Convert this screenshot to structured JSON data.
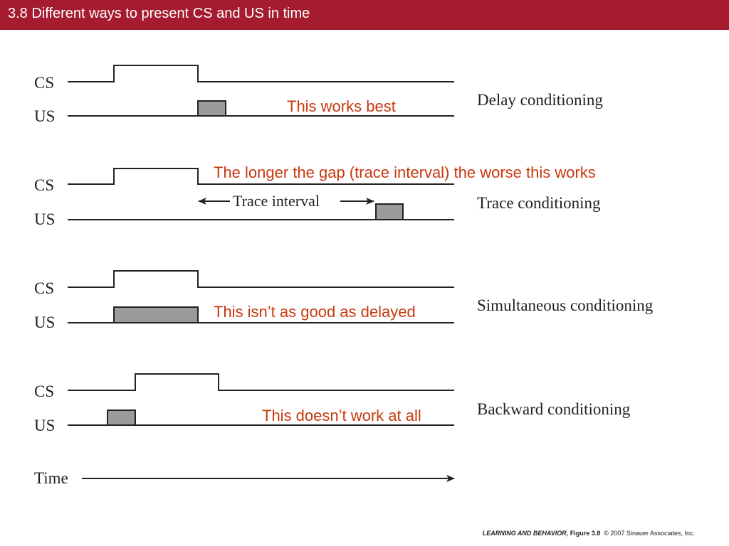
{
  "slide": {
    "title": "3.8  Different ways to present CS and US in time"
  },
  "signals": {
    "cs": "CS",
    "us": "US"
  },
  "rows": [
    {
      "id": "delay",
      "label": "Delay conditioning",
      "note": "This works best"
    },
    {
      "id": "trace",
      "label": "Trace conditioning",
      "note": "The longer the gap (trace interval) the worse this works",
      "interval_label": "Trace interval"
    },
    {
      "id": "simultaneous",
      "label": "Simultaneous conditioning",
      "note": "This isn’t as good as delayed"
    },
    {
      "id": "backward",
      "label": "Backward conditioning",
      "note": "This doesn’t work at all"
    }
  ],
  "time_axis": {
    "label": "Time"
  },
  "credit": {
    "book": "LEARNING AND BEHAVIOR,",
    "figure": "Figure 3.8",
    "copyright": "© 2007 Sinauer Associates, Inc."
  },
  "colors": {
    "header": "#a51c30",
    "annotation": "#c8380f",
    "us_fill": "#9b9b9b",
    "line": "#222222"
  }
}
